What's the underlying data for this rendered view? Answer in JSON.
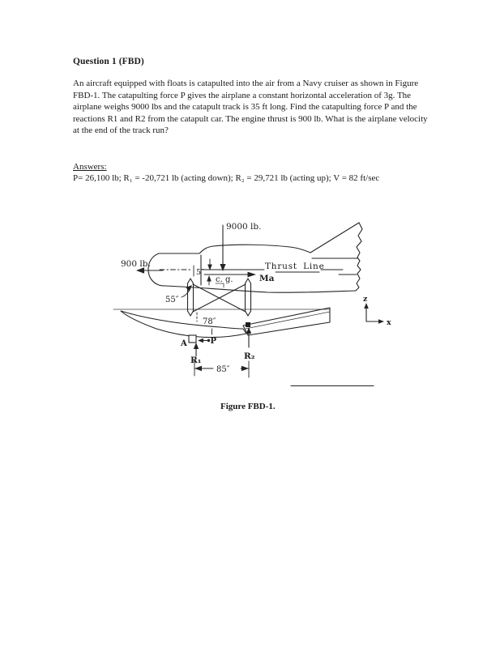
{
  "document": {
    "title": "Question 1 (FBD)",
    "paragraph": "An aircraft equipped with floats is catapulted into the air from a Navy cruiser as shown in Figure FBD-1. The catapulting force P gives the airplane a constant horizontal acceleration of 3g. The airplane weighs 9000 lbs and the catapult track is 35 ft long. Find the catapulting force P and the reactions R1 and R2 from the catapult car. The engine thrust is 900 lb. What is the airplane velocity at the end of the track run?",
    "answers_heading": "Answers:",
    "answers_line": "P= 26,100 lb; R₁ = -20,721 lb (acting down); R₂ = 29,721 lb (acting up); V = 82 ft/sec",
    "figure_caption": "Figure FBD-1."
  },
  "figure": {
    "weight_label": "9000 lb.",
    "engine_thrust_label": "900 lb.",
    "thrust_line_label": "Thrust Line",
    "inertia_label": "Ma",
    "cg_label": "c. g.",
    "dim_5in": "5″",
    "dim_55in": "55″",
    "dim_78in": "78″",
    "dim_85in": "85″",
    "point_a_label": "A",
    "force_p_label": "P",
    "r1_label": "R₁",
    "r2_label": "R₂",
    "axis_z_label": "z",
    "axis_x_label": "x"
  }
}
